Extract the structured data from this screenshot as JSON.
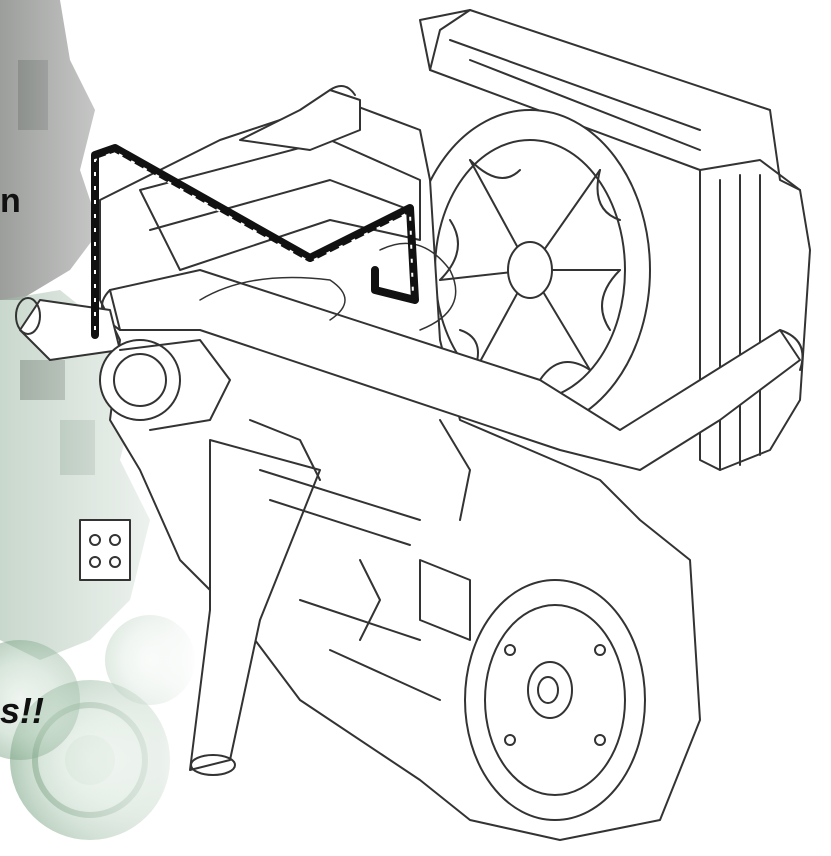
{
  "text_fragments": {
    "fragment_1": "n",
    "fragment_2": "s!!"
  },
  "illustration": {
    "subject": "engine-line-drawing",
    "highlighted_component": "harness-routing-bracket",
    "highlight_color": "#111111",
    "line_color": "#333333",
    "background_tint": "#7fa58a"
  }
}
